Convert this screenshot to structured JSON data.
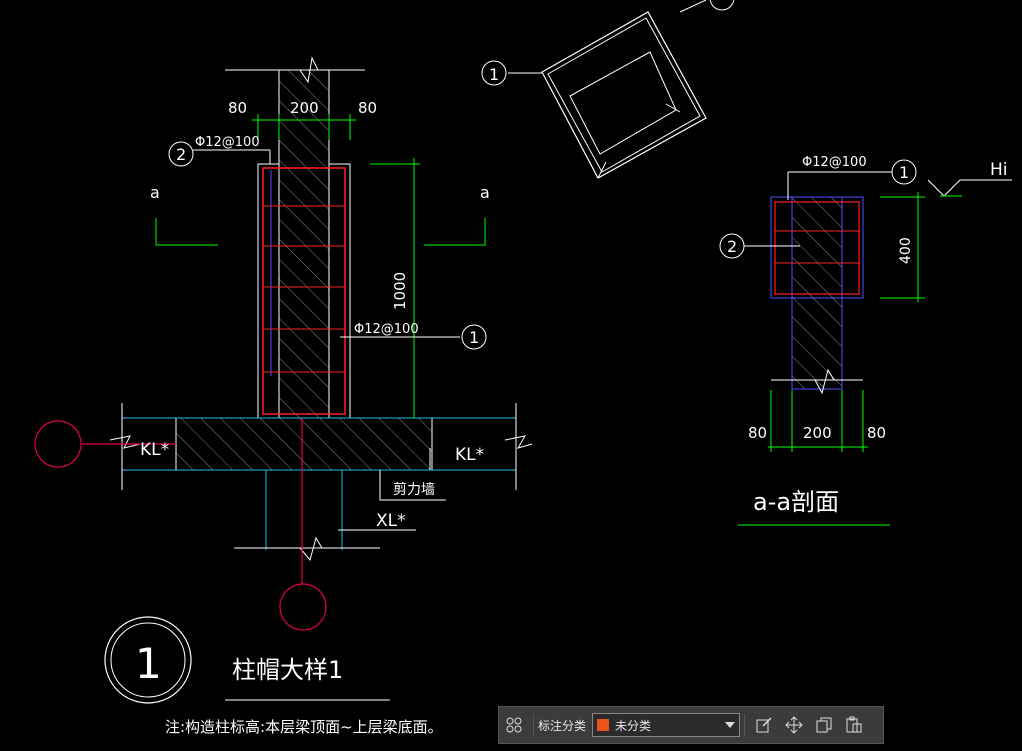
{
  "drawing": {
    "dim_80": "80",
    "dim_200": "200",
    "dim_1000": "1000",
    "dim_400": "400",
    "rebar_spec": "Φ12@100",
    "marker_1": "1",
    "marker_2": "2",
    "section_mark": "a",
    "beam_kl": "KL*",
    "beam_xl": "XL*",
    "shear_wall": "剪力墙",
    "elev_hi": "Hi",
    "section_title": "a-a剖面",
    "detail_number": "1",
    "detail_title": "柱帽大样1",
    "note": "注:构造柱标高:本层梁顶面~上层梁底面。"
  },
  "toolbar": {
    "category_label": "标注分类",
    "category_value": "未分类",
    "category_color": "#e8541a",
    "icons": [
      "grid-icon",
      "edit-icon",
      "move-icon",
      "copy-icon",
      "paste-icon"
    ]
  },
  "colors": {
    "background": "#000000",
    "line_white": "#ffffff",
    "dim_green": "#00ff00",
    "rebar_red": "#ff2020",
    "outline_blue": "#5050ff",
    "axis_magenta": "#e0004c",
    "cyan": "#20c0e0"
  }
}
